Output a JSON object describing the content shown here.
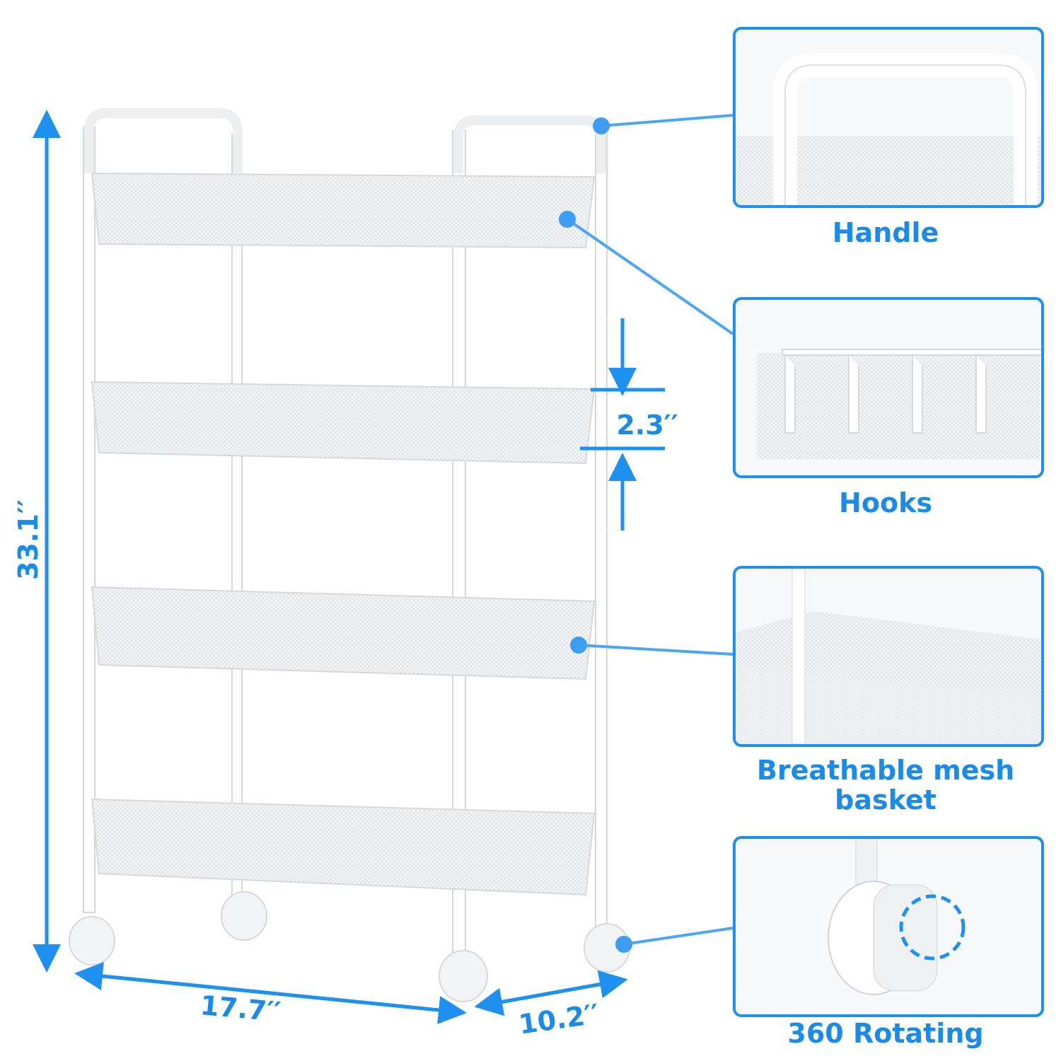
{
  "colors": {
    "accent": "#1e90f0",
    "product": "#ffffff",
    "mesh": "#e4e6e8"
  },
  "dimensions": {
    "height": "33.1′′",
    "width": "17.7′′",
    "depth": "10.2′′",
    "shelf_gap": "2.3′′"
  },
  "callouts": [
    {
      "label": "Handle",
      "icon": "handle-closeup"
    },
    {
      "label": "Hooks",
      "icon": "hooks-closeup"
    },
    {
      "label": "Breathable mesh basket",
      "icon": "mesh-basket-closeup"
    },
    {
      "label": "360 Rotating",
      "icon": "caster-wheel-closeup"
    }
  ]
}
